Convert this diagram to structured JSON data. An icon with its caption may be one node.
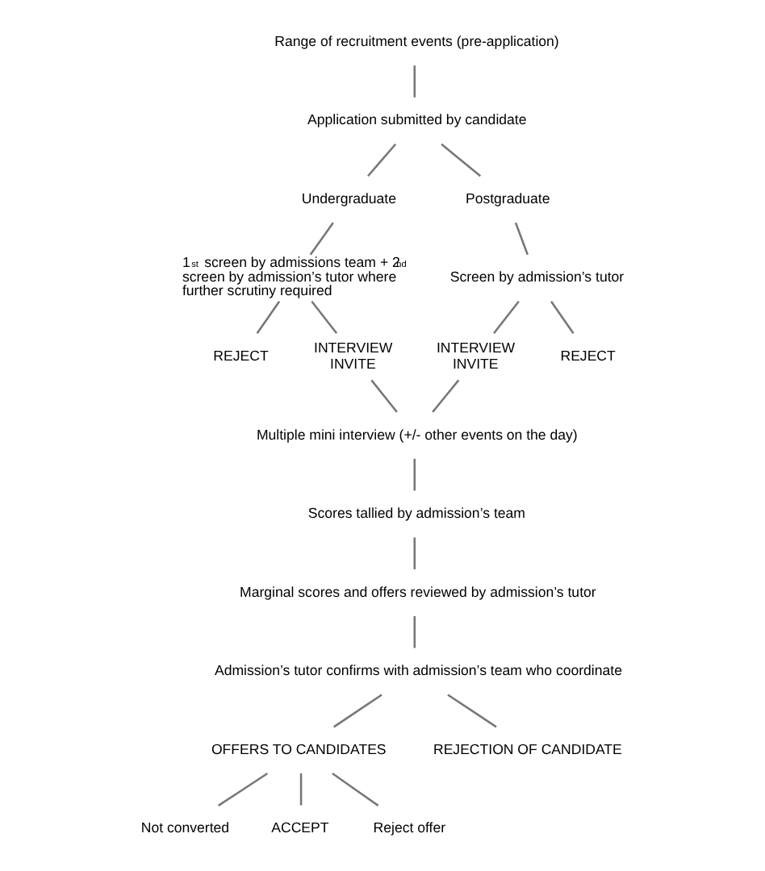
{
  "diagram": {
    "nodes": [
      {
        "text": [
          "Range of recruitment events (pre-application)"
        ]
      },
      {
        "text": [
          "Application submitted by candidate"
        ]
      },
      {
        "text": [
          "Undergraduate"
        ]
      },
      {
        "text": [
          "Postgraduate"
        ]
      },
      {
        "text": [
          "1$^{st}$ screen by admissions team + 2$^{nd}$ screen by admission’s tutor where further scrutiny required"
        ]
      },
      {
        "text": [
          "Screen by admission’s tutor"
        ]
      },
      {
        "text": [
          "REJECT"
        ]
      },
      {
        "text": [
          "INTERVIEW INVITE"
        ]
      },
      {
        "text": [
          "INTERVIEW INVITE"
        ]
      },
      {
        "text": [
          "REJECT"
        ]
      },
      {
        "text": [
          "Multiple mini interview (+/- other events on the day)"
        ]
      },
      {
        "text": [
          "Scores tallied by admission’s team"
        ]
      },
      {
        "text": [
          "Marginal scores and offers reviewed by admission’s tutor"
        ]
      },
      {
        "text": [
          "Admission’s tutor confirms with admission’s team who coordinate"
        ]
      },
      {
        "text": [
          "OFFERS TO CANDIDATES"
        ]
      },
      {
        "text": [
          "REJECTION OF CANDIDATE"
        ]
      },
      {
        "text": [
          "Not converted"
        ]
      },
      {
        "text": [
          "ACCEPT"
        ]
      },
      {
        "text": [
          "Reject offer"
        ]
      }
    ],
    "edges": [
      {
        "from": 0,
        "to": 1,
        "arrow": "none"
      },
      {
        "from": 1,
        "to": 2,
        "arrow": "none"
      },
      {
        "from": 1,
        "to": 3,
        "arrow": "none"
      },
      {
        "from": 2,
        "to": 4,
        "arrow": "none"
      },
      {
        "from": 3,
        "to": 5,
        "arrow": "none"
      },
      {
        "from": 4,
        "to": 6,
        "arrow": "none"
      },
      {
        "from": 4,
        "to": 7,
        "arrow": "none"
      },
      {
        "from": 5,
        "to": 8,
        "arrow": "none"
      },
      {
        "from": 5,
        "to": 9,
        "arrow": "none"
      },
      {
        "from": 7,
        "to": 10,
        "arrow": "none"
      },
      {
        "from": 8,
        "to": 10,
        "arrow": "none"
      },
      {
        "from": 10,
        "to": 11,
        "arrow": "none"
      },
      {
        "from": 11,
        "to": 12,
        "arrow": "none"
      },
      {
        "from": 12,
        "to": 13,
        "arrow": "none"
      },
      {
        "from": 13,
        "to": 14,
        "arrow": "none"
      },
      {
        "from": 13,
        "to": 15,
        "arrow": "none"
      },
      {
        "from": 14,
        "to": 16,
        "arrow": "none"
      },
      {
        "from": 14,
        "to": 17,
        "arrow": "none"
      },
      {
        "from": 14,
        "to": 18,
        "arrow": "none"
      }
    ]
  }
}
